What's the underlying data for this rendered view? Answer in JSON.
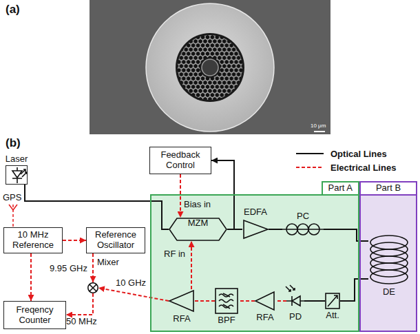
{
  "diagram": {
    "nodes": [
      {
        "text": [
          "Laser"
        ]
      },
      {
        "text": [
          "Feedback Control"
        ]
      },
      {
        "text": [
          "10 MHz Reference"
        ]
      },
      {
        "text": [
          "Reference Oscillator"
        ]
      },
      {
        "text": [
          "Mixer"
        ]
      },
      {
        "text": [
          "Freqency Counter"
        ]
      },
      {
        "text": [
          "Part A"
        ]
      },
      {
        "text": [
          "MZM"
        ],
        "in": 6
      },
      {
        "text": [
          "EDFA"
        ],
        "in": 6
      },
      {
        "text": [
          "PC"
        ],
        "in": 6
      },
      {
        "text": [
          "RFA"
        ],
        "in": 6
      },
      {
        "text": [
          "BPF"
        ],
        "in": 6
      },
      {
        "text": [
          "RFA"
        ],
        "in": 6
      },
      {
        "text": [
          "PD"
        ],
        "in": 6
      },
      {
        "text": [
          "Att."
        ],
        "in": 6
      },
      {
        "text": [
          "Part B"
        ]
      },
      {
        "text": [
          "DE"
        ],
        "in": 15
      }
    ],
    "edges": [
      {
        "from": 0,
        "to": 7,
        "arrow": "none"
      },
      {
        "from": 7,
        "to": 8,
        "arrow": "none"
      },
      {
        "from": 8,
        "to": 9,
        "arrow": "none"
      },
      {
        "from": 9,
        "to": 16,
        "arrow": "none"
      },
      {
        "from": 16,
        "to": 14,
        "arrow": "none"
      },
      {
        "from": 14,
        "to": 13,
        "arrow": "none"
      },
      {
        "from": 13,
        "to": 12,
        "arrow": "none"
      },
      {
        "from": 12,
        "to": 11,
        "arrow": "none"
      },
      {
        "from": 11,
        "to": 10,
        "arrow": "none"
      },
      {
        "from": 10,
        "to": 7,
        "label": "RF in",
        "arrow": "to"
      },
      {
        "from": 10,
        "to": 4,
        "label": "10 GHz",
        "arrow": "to"
      },
      {
        "from": 1,
        "to": 7,
        "label": "Bias in",
        "arrow": "to"
      },
      {
        "from": 7,
        "to": 1,
        "arrow": "to"
      },
      {
        "from": 2,
        "to": 3,
        "arrow": "to"
      },
      {
        "from": 2,
        "to": 5,
        "arrow": "to"
      },
      {
        "from": 3,
        "to": 4,
        "label": "9.95 GHz",
        "arrow": "to"
      },
      {
        "from": 4,
        "to": 5,
        "label": "50 MHz",
        "arrow": "to"
      }
    ],
    "labels": [
      "(a)",
      "10 μm",
      "(b)",
      "GPS"
    ],
    "legend": [
      {
        "text": "Optical Lines"
      },
      {
        "text": "Electrical Lines"
      }
    ]
  }
}
